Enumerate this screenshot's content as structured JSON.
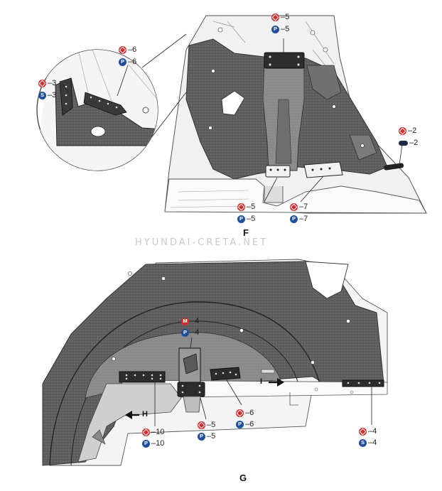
{
  "watermark": "HYUNDAI-CRETA.NET",
  "view_f": {
    "label": "F",
    "callouts": [
      {
        "id": "c1",
        "badge": "diamond",
        "text": "–5"
      },
      {
        "id": "c2",
        "badge": "round",
        "letter": "P",
        "text": "–5"
      },
      {
        "id": "c3",
        "badge": "diamond",
        "text": "–6"
      },
      {
        "id": "c4",
        "badge": "round",
        "letter": "P",
        "text": "–6"
      },
      {
        "id": "c5",
        "badge": "diamond",
        "text": "–3"
      },
      {
        "id": "c6",
        "badge": "round",
        "letter": "S",
        "text": "–3"
      },
      {
        "id": "c7",
        "badge": "diamond",
        "text": "–2"
      },
      {
        "id": "c8",
        "badge": "pill",
        "text": "–2"
      },
      {
        "id": "c9",
        "badge": "diamond",
        "text": "–5"
      },
      {
        "id": "c10",
        "badge": "round",
        "letter": "P",
        "text": "–5"
      },
      {
        "id": "c11",
        "badge": "diamond",
        "text": "–7"
      },
      {
        "id": "c12",
        "badge": "round",
        "letter": "P",
        "text": "–7"
      }
    ]
  },
  "view_g": {
    "label": "G",
    "arrow_h": "H",
    "arrow_i": "I",
    "callouts": [
      {
        "id": "g1",
        "badge": "red-letter",
        "letter": "M",
        "text": "–4"
      },
      {
        "id": "g2",
        "badge": "round",
        "letter": "P",
        "text": "–4"
      },
      {
        "id": "g3",
        "badge": "diamond",
        "text": "–10"
      },
      {
        "id": "g4",
        "badge": "round",
        "letter": "P",
        "text": "–10"
      },
      {
        "id": "g5",
        "badge": "diamond",
        "text": "–5"
      },
      {
        "id": "g6",
        "badge": "round",
        "letter": "P",
        "text": "–5"
      },
      {
        "id": "g7",
        "badge": "diamond",
        "text": "–6"
      },
      {
        "id": "g8",
        "badge": "round",
        "letter": "P",
        "text": "–6"
      },
      {
        "id": "g9",
        "badge": "diamond",
        "text": "–4"
      },
      {
        "id": "g10",
        "badge": "round",
        "letter": "S",
        "text": "–4"
      }
    ]
  }
}
